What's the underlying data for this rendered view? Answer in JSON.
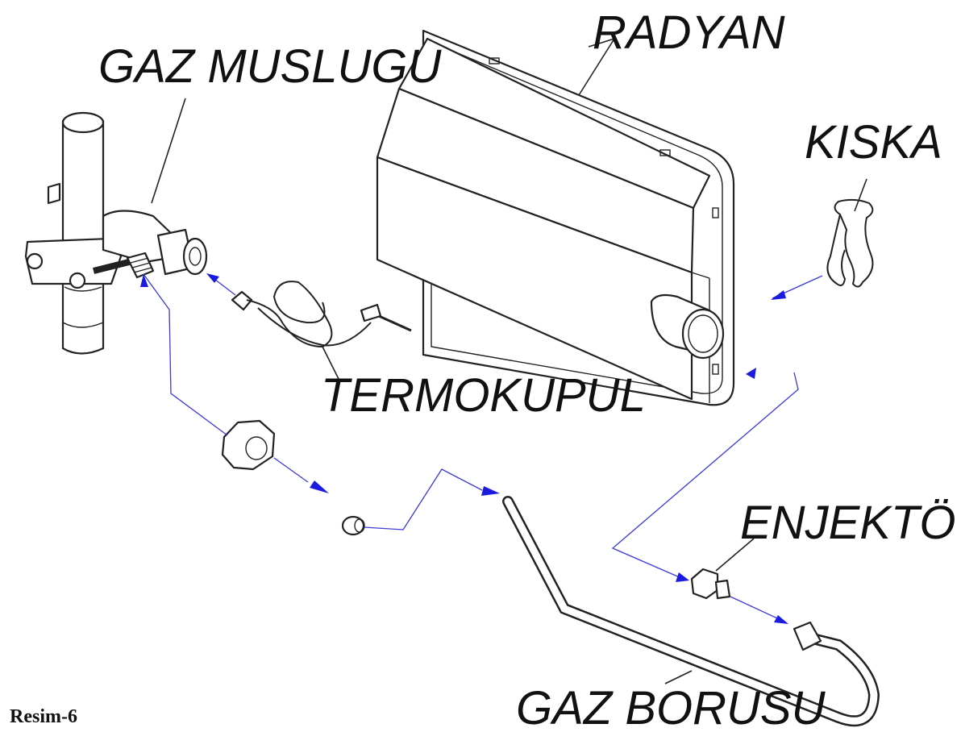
{
  "labels": {
    "radyan": "RADYAN",
    "gaz_muslugu": "GAZ MUSLUGU",
    "kiska": "KISKA",
    "termokupul": "TERMOKUPUL",
    "enjektor": "ENJEKTÖ",
    "gaz_borusu": "GAZ BORUSU"
  },
  "caption": "Resim-6",
  "colors": {
    "line": "#222222",
    "flow_arrow": "#1a1ae0",
    "flow_line": "#3a3ad8",
    "background": "#ffffff"
  }
}
